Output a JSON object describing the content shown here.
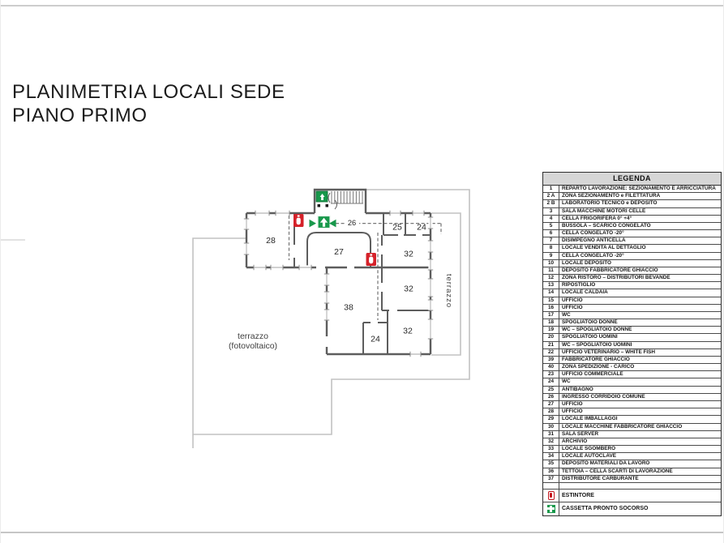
{
  "title": {
    "line1": "PLANIMETRIA LOCALI SEDE",
    "line2": "PIANO PRIMO"
  },
  "plan": {
    "room_labels": [
      "28",
      "27",
      "26",
      "25",
      "24",
      "32",
      "32",
      "32",
      "38",
      "24"
    ],
    "terrace_label": [
      "terrazzo",
      "(fotovoltaico)"
    ],
    "terrace_side_label": "terrazzo",
    "icons": {
      "exit_sign": "exit-sign-icon",
      "escape_route_arrows": "escape-arrow-icon",
      "extinguisher": "extinguisher-icon"
    }
  },
  "legend": {
    "title": "LEGENDA",
    "rows": [
      [
        "1",
        "REPARTO LAVORAZIONE: SEZIONAMENTO E ARRICCIATURA"
      ],
      [
        "2 A",
        "ZONA SEZIONAMENTO e FILETTATURA"
      ],
      [
        "2 B",
        "LABORATORIO TECNICO e DEPOSITO"
      ],
      [
        "3",
        "SALA MACCHINE MOTORI CELLE"
      ],
      [
        "4",
        "CELLA FRIGORIFERA 0° +4°"
      ],
      [
        "5",
        "BUSSOLA – SCARICO CONGELATO"
      ],
      [
        "6",
        "CELLA CONGELATO -20°"
      ],
      [
        "7",
        "DISIMPEGNO ANTICELLA"
      ],
      [
        "8",
        "LOCALE VENDITA AL DETTAGLIO"
      ],
      [
        "9",
        "CELLA CONGELATO -20°"
      ],
      [
        "10",
        "LOCALE DEPOSITO"
      ],
      [
        "11",
        "DEPOSITO FABBRICATORE GHIACCIO"
      ],
      [
        "12",
        "ZONA RISTORO – DISTRIBUTORI BEVANDE"
      ],
      [
        "13",
        "RIPOSTIGLIO"
      ],
      [
        "14",
        "LOCALE CALDAIA"
      ],
      [
        "15",
        "UFFICIO"
      ],
      [
        "16",
        "UFFICIO"
      ],
      [
        "17",
        "WC"
      ],
      [
        "18",
        "SPOGLIATOIO DONNE"
      ],
      [
        "19",
        "WC – SPOGLIATOIO DONNE"
      ],
      [
        "20",
        "SPOGLIATOIO UOMINI"
      ],
      [
        "21",
        "WC – SPOGLIATOIO UOMINI"
      ],
      [
        "22",
        "UFFICIO VETERINARIO – WHITE FISH"
      ],
      [
        "39",
        "FABBRICATORE GHIACCIO"
      ],
      [
        "40",
        "ZONA SPEDIZIONE - CARICO"
      ],
      [
        "23",
        "UFFICIO COMMERCIALE"
      ],
      [
        "24",
        "WC"
      ],
      [
        "25",
        "ANTIBAGNO"
      ],
      [
        "26",
        "INGRESSO CORRIDOIO COMUNE"
      ],
      [
        "27",
        "UFFICIO"
      ],
      [
        "28",
        "UFFICIO"
      ],
      [
        "29",
        "LOCALE IMBALLAGGI"
      ],
      [
        "30",
        "LOCALE MACCHINE FABBRICATORE GHIACCIO"
      ],
      [
        "31",
        "SALA SERVER"
      ],
      [
        "32",
        "ARCHIVIO"
      ],
      [
        "33",
        "LOCALE SGOMBERO"
      ],
      [
        "34",
        "LOCALE AUTOCLAVE"
      ],
      [
        "35",
        "DEPOSITO MATERIALI DA LAVORO"
      ],
      [
        "36",
        "TETTOIA – CELLA SCARTI DI LAVORAZIONE"
      ],
      [
        "37",
        "DISTRIBUTORE CARBURANTE"
      ]
    ],
    "symbol_rows": [
      {
        "icon": "extinguisher-icon",
        "label": "ESTINTORE"
      },
      {
        "icon": "first-aid-icon",
        "label": "CASSETTA PRONTO SOCORSO"
      }
    ]
  },
  "colors": {
    "wall_gray": "#5d5d5d",
    "terrace_outline_gray": "#c2c2c2",
    "exit_green": "#18984b",
    "extinguisher_red": "#d5222a",
    "legend_header_bg": "#d6d6d6"
  }
}
